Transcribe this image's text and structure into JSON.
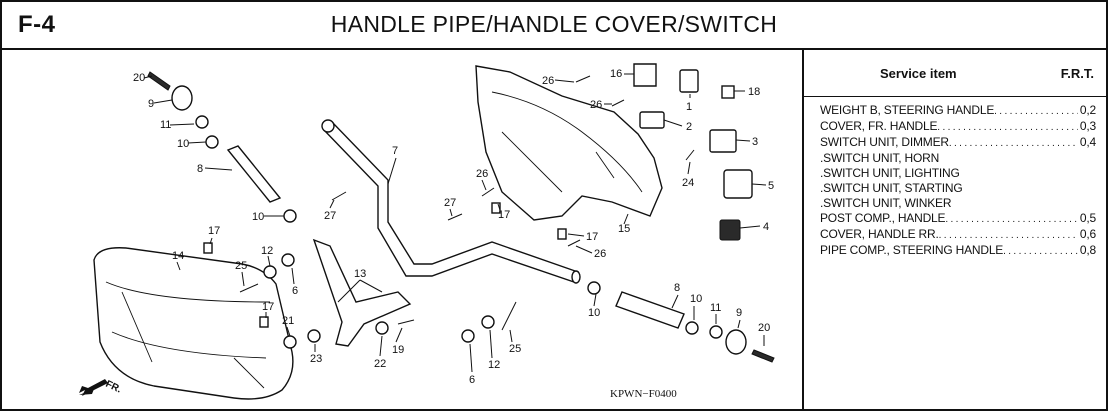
{
  "header": {
    "figure_code": "F-4",
    "title": "HANDLE PIPE/HANDLE COVER/SWITCH"
  },
  "diagram": {
    "drawing_code": "KPWN−F0400",
    "direction_label": "FR.",
    "callouts": {
      "c1": "1",
      "c2": "2",
      "c3": "3",
      "c4": "4",
      "c5": "5",
      "c6a": "6",
      "c6b": "6",
      "c7": "7",
      "c8a": "8",
      "c8b": "8",
      "c9a": "9",
      "c9b": "9",
      "c10a": "10",
      "c10b": "10",
      "c10c": "10",
      "c10d": "10",
      "c11a": "11",
      "c11b": "11",
      "c12a": "12",
      "c12b": "12",
      "c13": "13",
      "c14": "14",
      "c15": "15",
      "c16": "16",
      "c17a": "17",
      "c17b": "17",
      "c17c": "17",
      "c17d": "17",
      "c18": "18",
      "c19": "19",
      "c20a": "20",
      "c20b": "20",
      "c21": "21",
      "c22": "22",
      "c23": "23",
      "c24": "24",
      "c25a": "25",
      "c25b": "25",
      "c26a": "26",
      "c26b": "26",
      "c26c": "26",
      "c26d": "26",
      "c27a": "27",
      "c27b": "27"
    }
  },
  "service_table": {
    "col_item": "Service item",
    "col_frt": "F.R.T.",
    "rows": [
      {
        "item": "WEIGHT B, STEERING HANDLE",
        "frt": "0,2"
      },
      {
        "item": "COVER, FR. HANDLE",
        "frt": "0,3"
      },
      {
        "item": "SWITCH UNIT, DIMMER",
        "frt": "0,4"
      },
      {
        "item": ".SWITCH UNIT, HORN",
        "frt": ""
      },
      {
        "item": ".SWITCH UNIT, LIGHTING",
        "frt": ""
      },
      {
        "item": ".SWITCH UNIT, STARTING",
        "frt": ""
      },
      {
        "item": ".SWITCH UNIT, WINKER",
        "frt": ""
      },
      {
        "item": "POST COMP., HANDLE",
        "frt": "0,5"
      },
      {
        "item": "COVER, HANDLE RR.",
        "frt": "0,6"
      },
      {
        "item": "PIPE COMP., STEERING HANDLE",
        "frt": "0,8"
      }
    ]
  }
}
